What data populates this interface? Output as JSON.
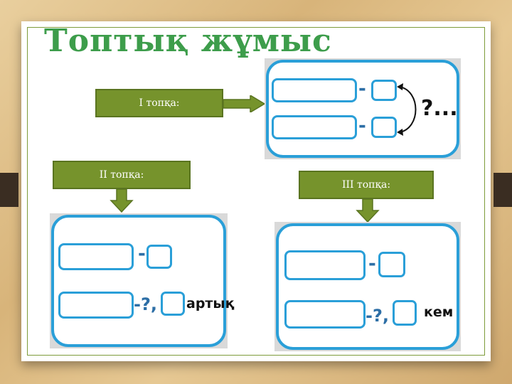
{
  "slide": {
    "title": "Топтық жұмыс",
    "groups": [
      {
        "label": "І топқа:",
        "question": "?..."
      },
      {
        "label": "ІІ топқа:",
        "operator_1": "-",
        "operator_2": "-?,",
        "word": "артық"
      },
      {
        "label": "ІІІ топқа:",
        "operator_1": "-",
        "operator_2": "-?,",
        "word": "кем"
      }
    ],
    "card_1_operators": [
      "-",
      "-"
    ]
  },
  "colors": {
    "title": "#3d9d4b",
    "label_bg": "#76932c",
    "card_border": "#2a9fd8",
    "operator": "#2c6ea6",
    "frame": "#7e9b3a"
  }
}
